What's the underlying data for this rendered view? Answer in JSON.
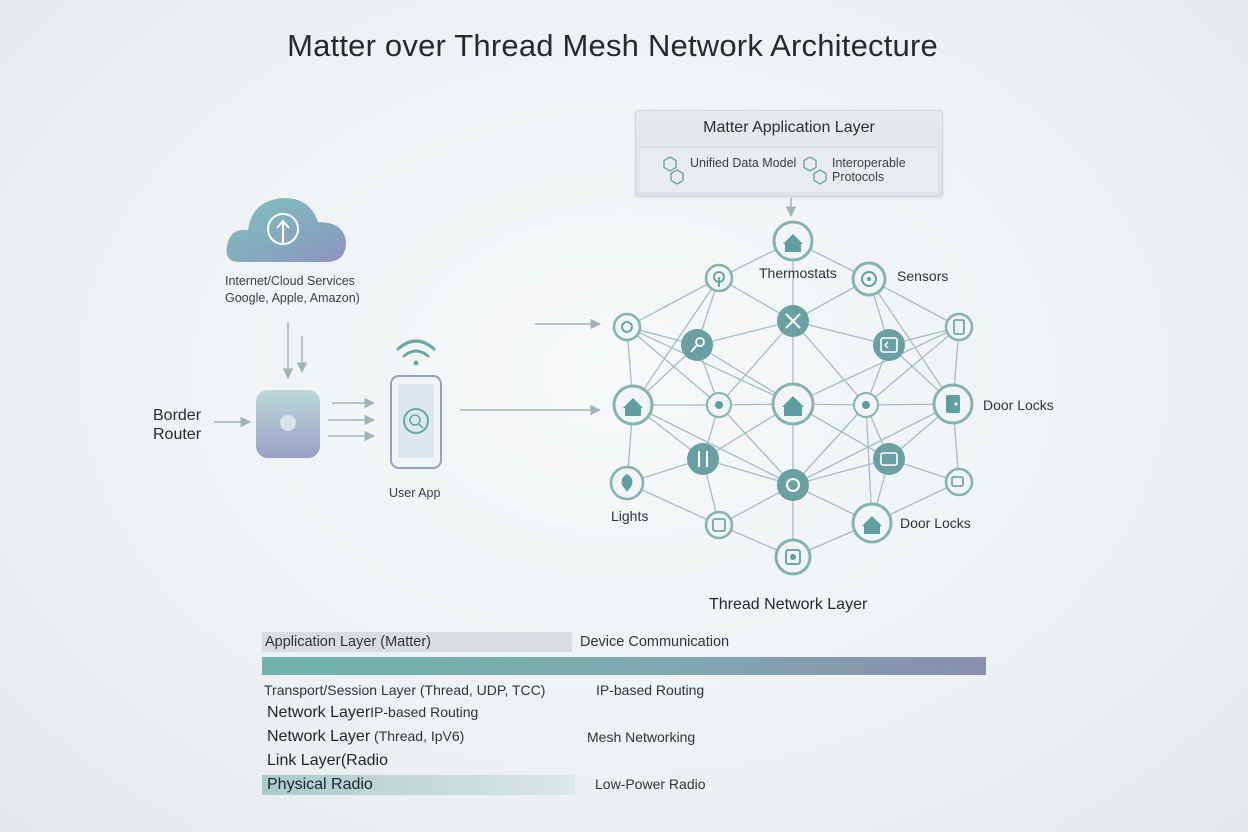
{
  "title": "Matter over Thread Mesh Network Architecture",
  "matter_layer": {
    "title": "Matter Application Layer",
    "features": [
      "Unified Data Model",
      "Interoperable",
      "Protocols"
    ]
  },
  "left": {
    "cloud_line1": "Internet/Cloud Services",
    "cloud_line2": "Google, Apple, Amazon)",
    "border_router_line1": "Border",
    "border_router_line2": "Router",
    "user_app": "User App"
  },
  "mesh": {
    "thermostats": "Thermostats",
    "sensors": "Sensors",
    "door_locks_1": "Door Locks",
    "door_locks_2": "Door Locks",
    "lights": "Lights",
    "network_label": "Thread Network Layer"
  },
  "stack": {
    "application": "Application Layer (Matter)",
    "device_comm": "Device Communication",
    "transport": "Transport/Session Layer (Thread, UDP, TCC)",
    "ip_routing_1": "IP-based Routing",
    "network_a_bold": "Network Layer",
    "network_a_rest": "IP-based Routing",
    "network_b_bold": "Network Layer",
    "network_b_rest": " (Thread, IpV6)",
    "mesh_networking": "Mesh Networking",
    "link_bold": "Link Layer",
    "link_rest": "(Radio",
    "physical": "Physical Radio",
    "low_power": "Low-Power Radio"
  },
  "colors": {
    "teal": "#6fb3ad",
    "slate": "#7f8ca8",
    "node_ring": "#8fb8b6",
    "node_fill": "#6a9fa3",
    "edge": "#9cb5bb"
  }
}
